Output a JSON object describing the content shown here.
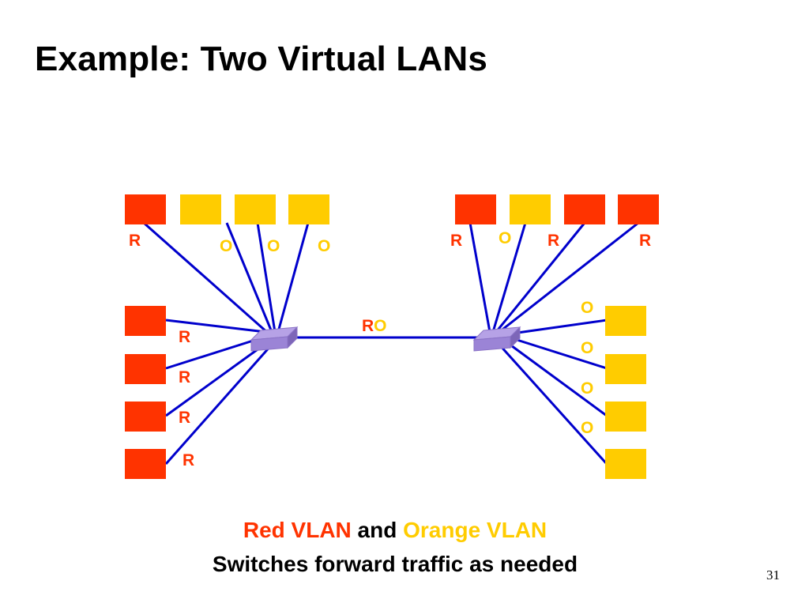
{
  "title": "Example: Two Virtual LANs",
  "colors": {
    "red": "#ff3300",
    "orange": "#ffcc00",
    "link": "#0000cc",
    "switch": "#9b84d6"
  },
  "labels": {
    "left_top": [
      "R",
      "O",
      "O",
      "O"
    ],
    "left_side": [
      "R",
      "R",
      "R",
      "R"
    ],
    "right_top": [
      "R",
      "O",
      "R",
      "R"
    ],
    "right_side": [
      "O",
      "O",
      "O",
      "O"
    ],
    "trunk_red": "R",
    "trunk_orange": "O"
  },
  "caption": {
    "red_vlan": "Red VLAN",
    "and": " and ",
    "orange_vlan": "Orange VLAN",
    "line2": "Switches forward traffic as needed"
  },
  "page_number": "31"
}
